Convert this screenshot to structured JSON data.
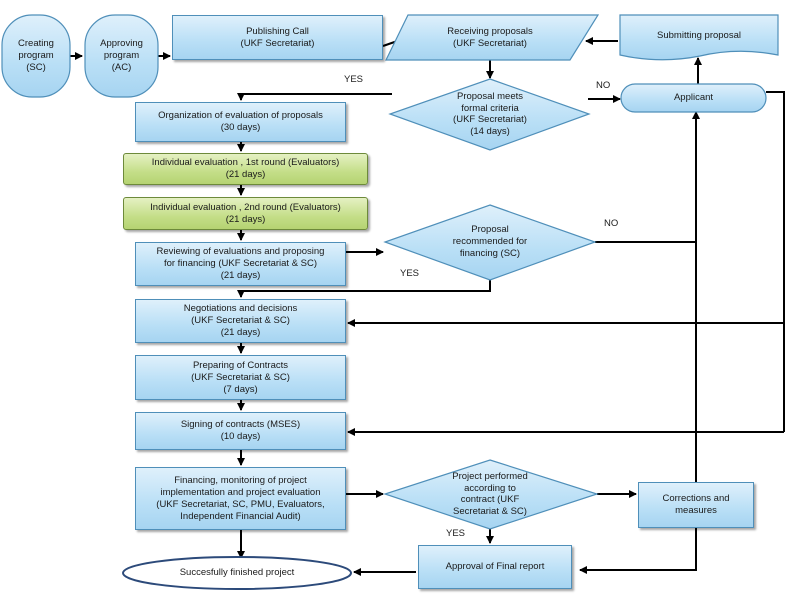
{
  "nodes": {
    "creating_program": [
      "Creating",
      "program",
      "(SC)"
    ],
    "approving_program": [
      "Approving",
      "program",
      "(AC)"
    ],
    "publishing_call": [
      "Publishing Call",
      "(UKF Secretariat)"
    ],
    "receiving_proposals": [
      "Receiving proposals",
      "(UKF Secretariat)"
    ],
    "submitting_proposal": [
      "Submitting proposal"
    ],
    "applicant": [
      "Applicant"
    ],
    "formal_criteria": [
      "Proposal meets",
      "formal criteria",
      "(UKF Secretariat)",
      "(14 days)"
    ],
    "organization": [
      "Organization of evaluation of proposals",
      "(30 days)"
    ],
    "eval_round1": [
      "Individual evaluation , 1st round (Evaluators)",
      "(21 days)"
    ],
    "eval_round2": [
      "Individual evaluation , 2nd round (Evaluators)",
      "(21 days)"
    ],
    "reviewing": [
      "Reviewing of evaluations and proposing",
      "for financing (UKF Secretariat & SC)",
      "(21 days)"
    ],
    "recommended": [
      "Proposal",
      "recommended for",
      "financing (SC)"
    ],
    "negotiations": [
      "Negotiations and decisions",
      "(UKF Secretariat & SC)",
      "(21 days)"
    ],
    "preparing": [
      "Preparing of Contracts",
      "(UKF Secretariat & SC)",
      "(7 days)"
    ],
    "signing": [
      "Signing of contracts (MSES)",
      "(10 days)"
    ],
    "financing": [
      "Financing, monitoring of project",
      "implementation and project evaluation",
      "(UKF Secretariat, SC, PMU, Evaluators,",
      "Independent Financial Audit)"
    ],
    "performed": [
      "Project performed",
      "according to",
      "contract (UKF",
      "Secretariat & SC)"
    ],
    "corrections": [
      "Corrections and",
      "measures"
    ],
    "approval": [
      "Approval of Final report"
    ],
    "finished": [
      "Succesfully finished project"
    ]
  },
  "labels": {
    "yes_formal": "YES",
    "no_formal": "NO",
    "no_recommended": "NO",
    "yes_recommended": "YES",
    "yes_performed": "YES"
  }
}
